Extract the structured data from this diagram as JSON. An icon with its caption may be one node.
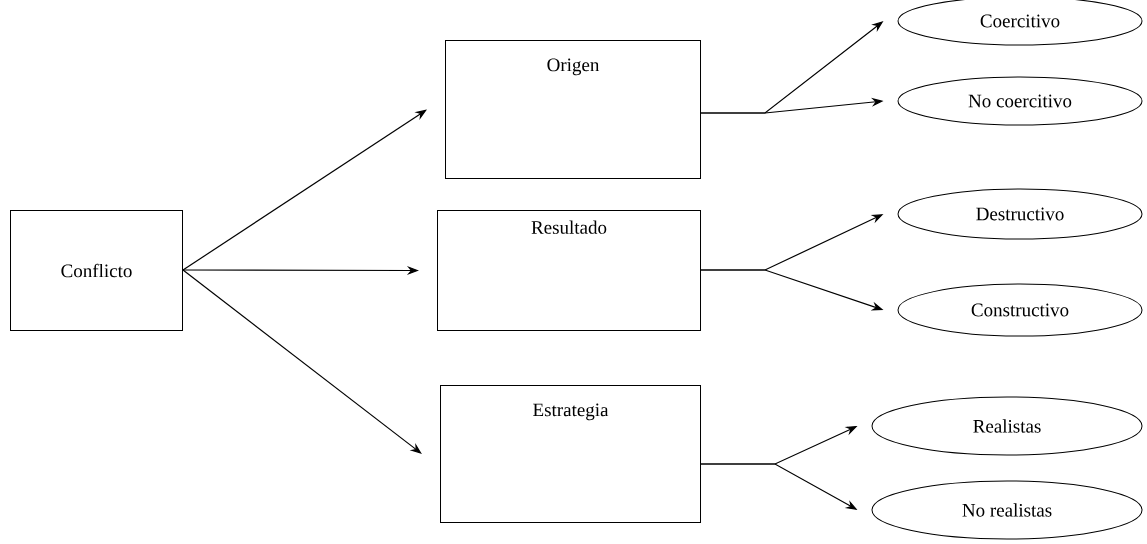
{
  "diagram": {
    "nodes": [
      {
        "text": [
          "Conflicto"
        ]
      },
      {
        "text": [
          "Origen"
        ]
      },
      {
        "text": [
          "Resultado"
        ]
      },
      {
        "text": [
          "Estrategia"
        ]
      },
      {
        "text": [
          "Coercitivo"
        ]
      },
      {
        "text": [
          "No coercitivo"
        ]
      },
      {
        "text": [
          "Destructivo"
        ]
      },
      {
        "text": [
          "Constructivo"
        ]
      },
      {
        "text": [
          "Realistas"
        ]
      },
      {
        "text": [
          "No realistas"
        ]
      }
    ],
    "edges": [
      {
        "from": 0,
        "to": 1,
        "arrow": "to"
      },
      {
        "from": 0,
        "to": 2,
        "arrow": "to"
      },
      {
        "from": 0,
        "to": 3,
        "arrow": "to"
      },
      {
        "from": 1,
        "to": 4,
        "arrow": "to"
      },
      {
        "from": 1,
        "to": 5,
        "arrow": "to"
      },
      {
        "from": 2,
        "to": 6,
        "arrow": "to"
      },
      {
        "from": 2,
        "to": 7,
        "arrow": "to"
      },
      {
        "from": 3,
        "to": 8,
        "arrow": "to"
      },
      {
        "from": 3,
        "to": 9,
        "arrow": "to"
      }
    ]
  }
}
